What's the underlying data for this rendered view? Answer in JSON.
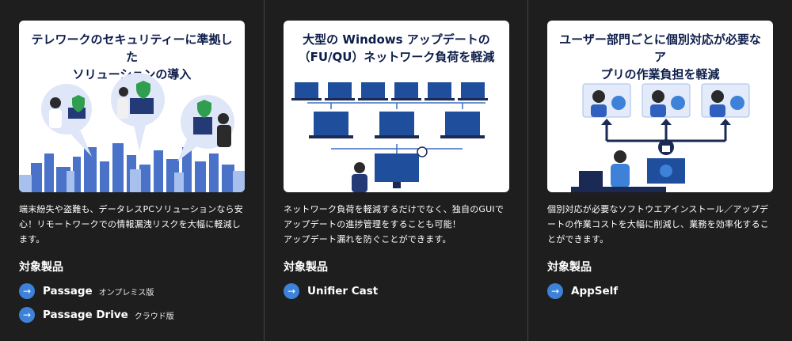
{
  "columns": [
    {
      "title": "テレワークのセキュリティーに準拠した\nソリューションの導入",
      "description": "端末紛失や盗難も、データレスPCソリューションなら安\n心！リモートワークでの情報漏洩リスクを大幅に軽減し\nます。",
      "products_heading": "対象製品",
      "products": [
        {
          "name": "Passage",
          "sub": "オンプレミス版"
        },
        {
          "name": "Passage Drive",
          "sub": "クラウド版"
        }
      ]
    },
    {
      "title": "大型の Windows アップデートの\n（FU/QU）ネットワーク負荷を軽減",
      "description": "ネットワーク負荷を軽減するだけでなく、独自のGUIで\nアップデートの進捗管理をすることも可能！\nアップデート漏れを防ぐことができます。",
      "products_heading": "対象製品",
      "products": [
        {
          "name": "Unifier Cast",
          "sub": ""
        }
      ]
    },
    {
      "title": "ユーザー部門ごとに個別対応が必要なア\nプリの作業負担を軽減",
      "description": "個別対応が必要なソフトウエアインストール／アップデ\nートの作業コストを大幅に削減し、業務を効率化するこ\nとができます。",
      "products_heading": "対象製品",
      "products": [
        {
          "name": "AppSelf",
          "sub": ""
        }
      ]
    }
  ],
  "icons": {
    "arrow": "→",
    "arrow_name": "arrow-right-icon"
  },
  "colors": {
    "background": "#1e1e1e",
    "accent": "#3d82d8",
    "title_navy": "#0d1d4a"
  }
}
